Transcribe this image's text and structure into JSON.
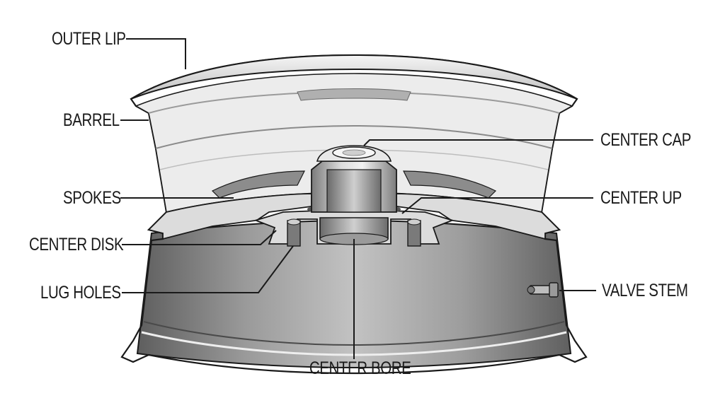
{
  "diagram": {
    "labels": {
      "outer_lip": "OUTER LIP",
      "barrel": "BARREL",
      "spokes": "SPOKES",
      "center_disk": "CENTER DISK",
      "lug_holes": "LUG HOLES",
      "center_cap": "CENTER CAP",
      "center_up": "CENTER UP",
      "valve_stem": "VALVE STEM",
      "center_bore": "CENTER BORE"
    },
    "colors": {
      "line": "#1a1a1a",
      "metal_dark": "#6e6e6e",
      "metal_mid": "#a9a9a9",
      "metal_light": "#e4e4e4",
      "highlight": "#f7f7f7"
    }
  }
}
